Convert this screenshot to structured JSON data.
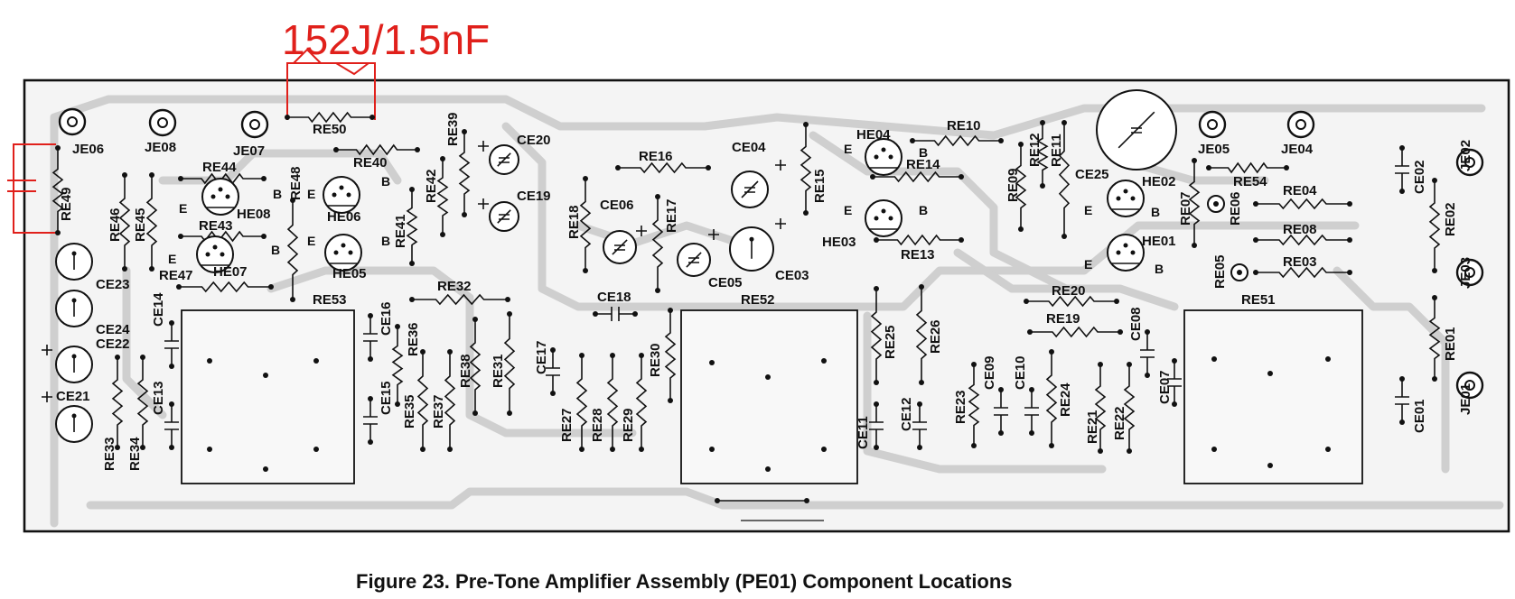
{
  "annotation": {
    "value_text": "152J/1.5nF"
  },
  "caption": "Figure 23.  Pre-Tone Amplifier Assembly (PE01) Component Locations",
  "pin_letters": {
    "emitter": "E",
    "base": "B"
  },
  "labels": {
    "JE06": "JE06",
    "JE08": "JE08",
    "JE07": "JE07",
    "JE05": "JE05",
    "JE04": "JE04",
    "JE02": "JE02",
    "JE03": "JE03",
    "JE01": "JE01",
    "RE50": "RE50",
    "RE49": "RE49",
    "RE46": "RE46",
    "RE45": "RE45",
    "RE44": "RE44",
    "RE43": "RE43",
    "RE47": "RE47",
    "RE48": "RE48",
    "RE40": "RE40",
    "RE39": "RE39",
    "RE42": "RE42",
    "RE41": "RE41",
    "RE16": "RE16",
    "RE18": "RE18",
    "RE17": "RE17",
    "RE15": "RE15",
    "RE10": "RE10",
    "RE14": "RE14",
    "RE13": "RE13",
    "RE09": "RE09",
    "RE12": "RE12",
    "RE11": "RE11",
    "RE07": "RE07",
    "RE06": "RE06",
    "RE05": "RE05",
    "RE54": "RE54",
    "RE04": "RE04",
    "RE08": "RE08",
    "RE03": "RE03",
    "RE02": "RE02",
    "RE01": "RE01",
    "RE53": "RE53",
    "RE52": "RE52",
    "RE51": "RE51",
    "RE32": "RE32",
    "RE36": "RE36",
    "RE35": "RE35",
    "RE37": "RE37",
    "RE38": "RE38",
    "RE31": "RE31",
    "RE27": "RE27",
    "RE28": "RE28",
    "RE29": "RE29",
    "RE30": "RE30",
    "RE25": "RE25",
    "RE26": "RE26",
    "RE20": "RE20",
    "RE19": "RE19",
    "RE23": "RE23",
    "RE24": "RE24",
    "RE21": "RE21",
    "RE22": "RE22",
    "RE33": "RE33",
    "RE34": "RE34",
    "CE20": "CE20",
    "CE19": "CE19",
    "CE04": "CE04",
    "CE06": "CE06",
    "CE05": "CE05",
    "CE03": "CE03",
    "CE25": "CE25",
    "CE02": "CE02",
    "CE23": "CE23",
    "CE24": "CE24",
    "CE22": "CE22",
    "CE21": "CE21",
    "CE14": "CE14",
    "CE13": "CE13",
    "CE16": "CE16",
    "CE15": "CE15",
    "CE18": "CE18",
    "CE17": "CE17",
    "CE11": "CE11",
    "CE12": "CE12",
    "CE09": "CE09",
    "CE10": "CE10",
    "CE08": "CE08",
    "CE07": "CE07",
    "CE01": "CE01",
    "HE08": "HE08",
    "HE07": "HE07",
    "HE06": "HE06",
    "HE05": "HE05",
    "HE04": "HE04",
    "HE03": "HE03",
    "HE02": "HE02",
    "HE01": "HE01"
  }
}
